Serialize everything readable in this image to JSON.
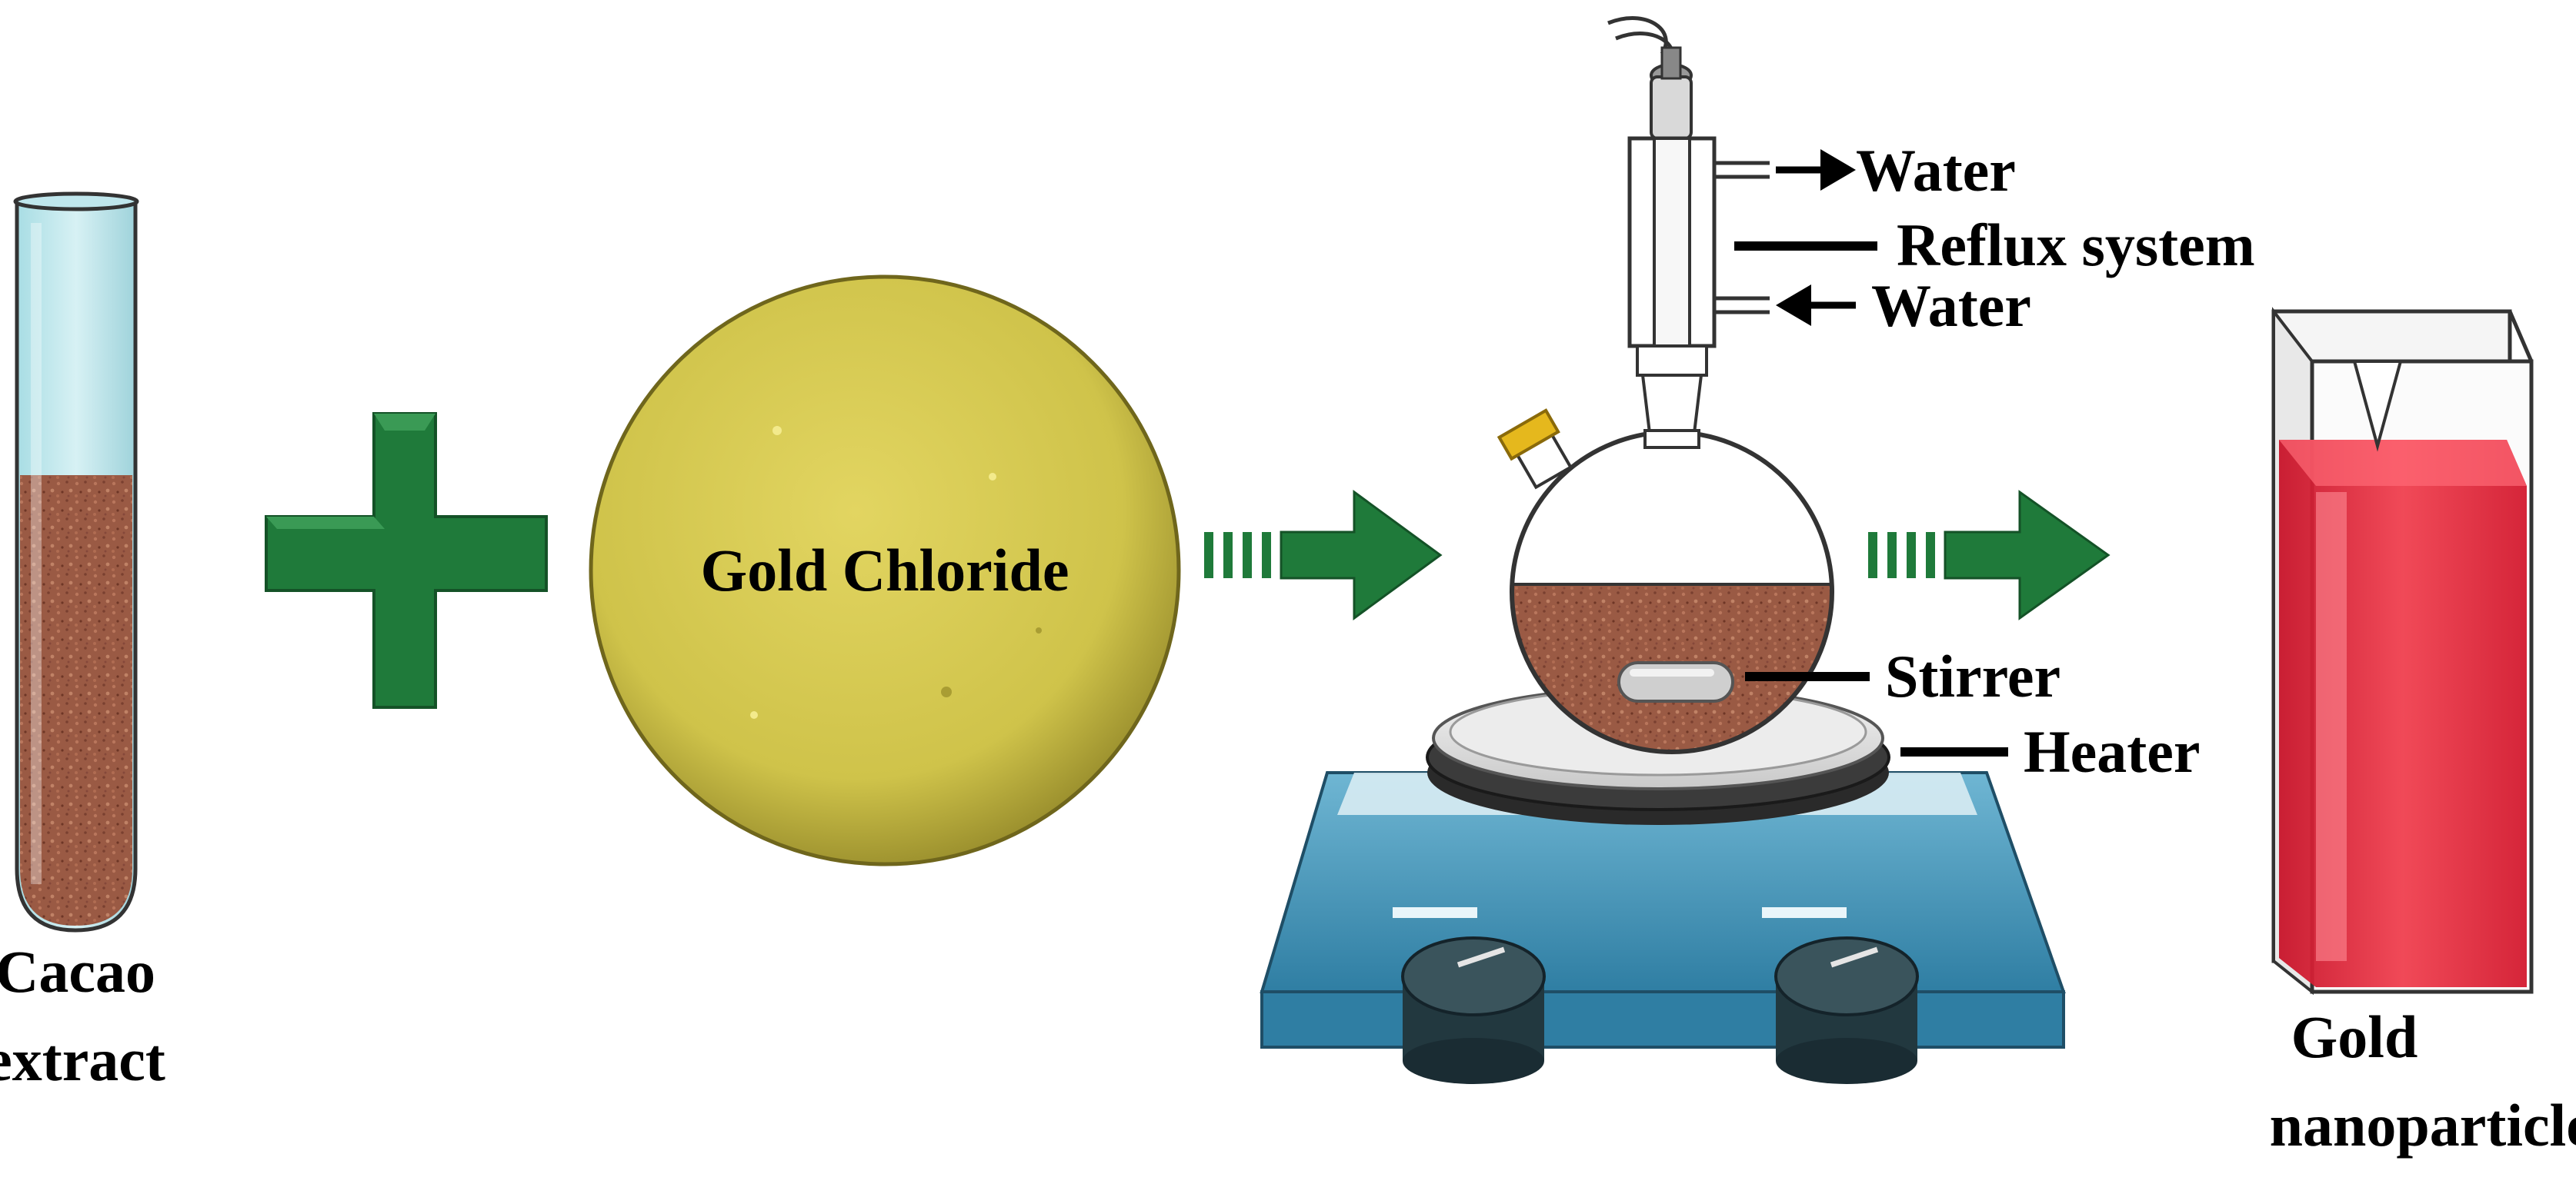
{
  "labels": {
    "cacao_line1": "Cacao",
    "cacao_line2": "extract",
    "gold_chloride": "Gold Chloride",
    "water_out": "Water",
    "reflux_system": "Reflux system",
    "water_in": "Water",
    "stirrer": "Stirrer",
    "heater": "Heater",
    "product_line1": "Gold",
    "product_line2": "nanoparticles"
  },
  "colors": {
    "cacao_extract": "#9a5a44",
    "gold_chloride": "#cfc34a",
    "arrow_green": "#1f7a3a",
    "hotplate_blue": "#3f93b8",
    "nanoparticle_red": "#e8283c",
    "cap_yellow": "#e5b81d"
  },
  "icons": {
    "plus": "plus-icon",
    "arrow_1": "right-arrow-icon",
    "arrow_2": "right-arrow-icon",
    "flow_out": "arrow-right-icon",
    "flow_in": "arrow-left-icon"
  }
}
